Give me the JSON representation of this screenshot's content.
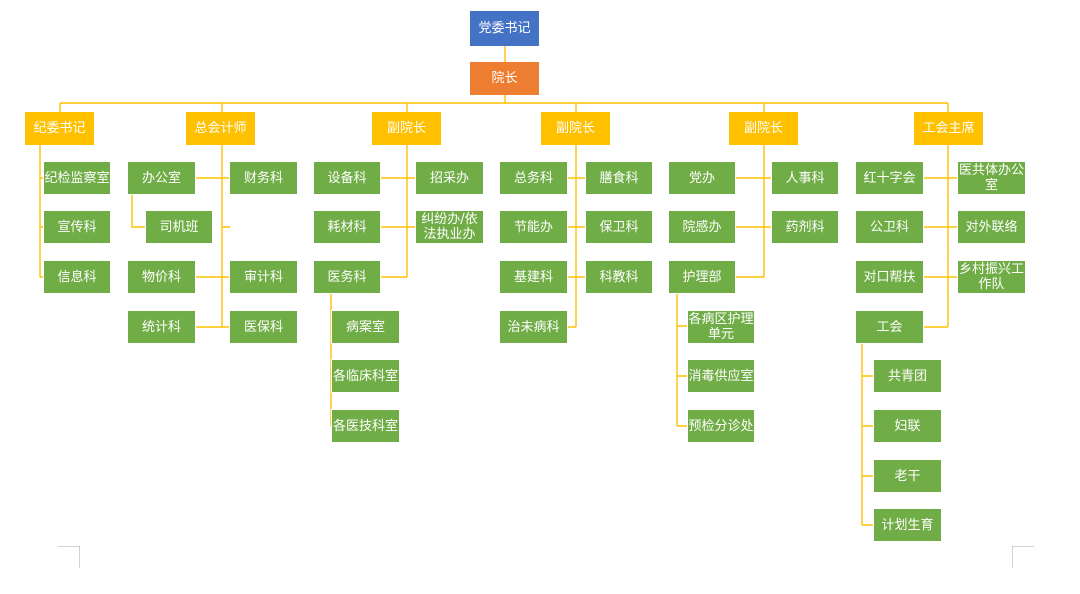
{
  "chart": {
    "secretary": "党委书记",
    "president": "院长",
    "top": [
      "纪委书记",
      "总会计师",
      "副院长",
      "副院长",
      "副院长",
      "工会主席"
    ],
    "col1": [
      "纪检监察室",
      "宣传科",
      "信息科"
    ],
    "col2": {
      "office": "办公室",
      "driver": "司机班",
      "left": [
        "物价科",
        "统计科"
      ],
      "right": [
        "财务科",
        "审计科",
        "医保科"
      ]
    },
    "col3": {
      "left": [
        "设备科",
        "耗材科",
        "医务科"
      ],
      "right": [
        "招采办",
        "纠纷办/依\n法执业办"
      ],
      "sub": [
        "病案室",
        "各临床科室",
        "各医技科室"
      ]
    },
    "col4": {
      "left": [
        "总务科",
        "节能办",
        "基建科",
        "治未病科"
      ],
      "right": [
        "膳食科",
        "保卫科",
        "科教科"
      ]
    },
    "col5": {
      "left": [
        "党办",
        "院感办",
        "护理部"
      ],
      "right": [
        "人事科",
        "药剂科"
      ],
      "sub": [
        "各病区护理\n单元",
        "消毒供应室",
        "预检分诊处"
      ]
    },
    "col6": {
      "left": [
        "红十字会",
        "公卫科",
        "对口帮扶",
        "工会"
      ],
      "right": [
        "医共体办公\n室",
        "对外联络",
        "乡村振兴工\n作队"
      ],
      "sub": [
        "共青团",
        "妇联",
        "老干",
        "计划生育"
      ]
    }
  },
  "colors": {
    "line": "#ffc000",
    "blue": "#4472c4",
    "orange": "#ed7d31",
    "yellow": "#ffc000",
    "green": "#70ad47"
  }
}
